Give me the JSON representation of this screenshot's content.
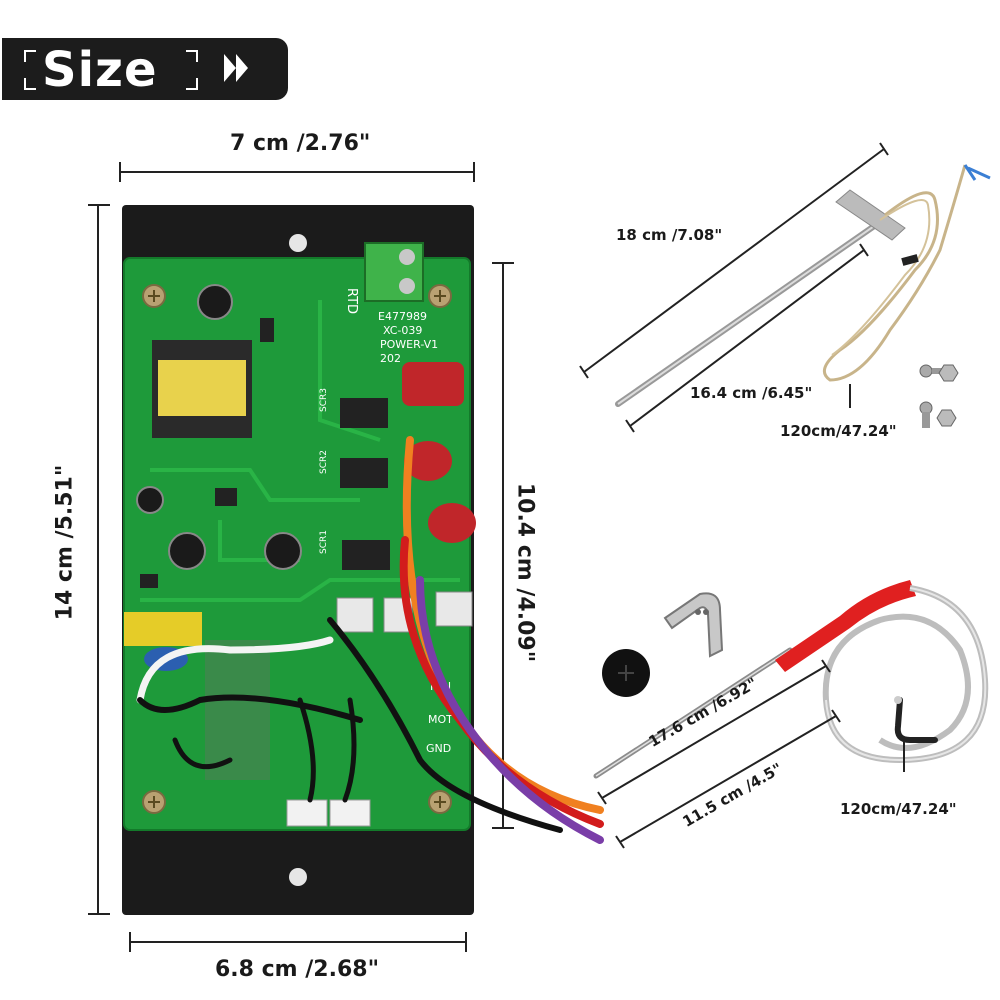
{
  "badge": {
    "label": "Size"
  },
  "board": {
    "width_top": "7 cm /2.76\"",
    "width_bottom": "6.8 cm /2.68\"",
    "height_outer": "14 cm /5.51\"",
    "height_inner": "10.4 cm /4.09\"",
    "pcb_labels": {
      "rtd": "RTD",
      "cert": "E477989",
      "model": "XC-039",
      "power": "POWER-V1",
      "year": "202",
      "fan": "FAN",
      "mot": "MOT",
      "gnd": "GND",
      "scr1": "SCR1",
      "scr2": "SCR2",
      "scr3": "SCR3"
    }
  },
  "rtd_probe": {
    "total_length": "18 cm /7.08\"",
    "rod_length": "16.4 cm /6.45\"",
    "cable_length": "120cm/47.24\""
  },
  "meat_probe": {
    "total_length": "17.6 cm /6.92\"",
    "rod_length": "11.5 cm /4.5\"",
    "cable_length": "120cm/47.24\""
  },
  "colors": {
    "pcb_green": "#1e9a3a",
    "plate_black": "#1b1b1b",
    "wire_orange": "#f08020",
    "wire_red": "#d21c1c",
    "wire_purple": "#7a3ea8",
    "sleeve_red": "#e02020"
  }
}
